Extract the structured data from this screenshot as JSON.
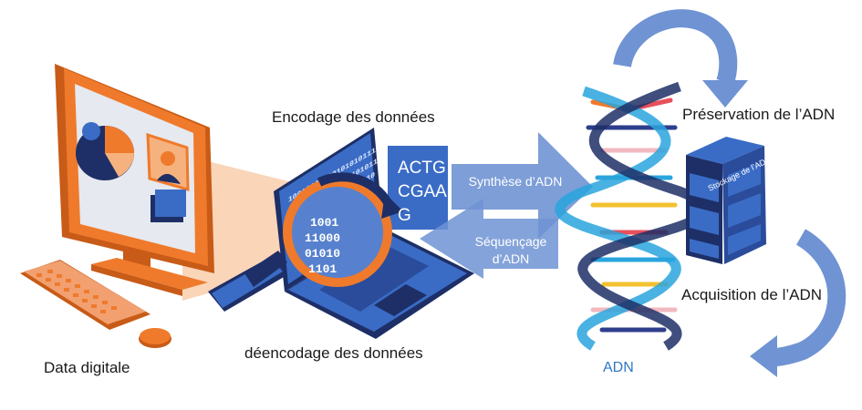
{
  "labels": {
    "encoding": "Encodage des données",
    "decoding": "déencodage des données",
    "digital_data": "Data digitale",
    "synthesis": "Synthèse d’ADN",
    "sequencing_line1": "Séquençage",
    "sequencing_line2": "d’ADN",
    "preservation": "Préservation de l’ADN",
    "acquisition": "Acquisition de l’ADN",
    "dna": "ADN",
    "storage": "Stockage de l’ADN"
  },
  "code_panel": {
    "lines": [
      "ACTG",
      "CGAA",
      "G"
    ]
  },
  "binary_screen": [
    "10010001110101010111",
    "01101000101010101011",
    "1000110101010101010",
    "110101010101101010",
    "10100010101010"
  ],
  "binary_lens": [
    "1001",
    "11000",
    "01010",
    "1101"
  ],
  "colors": {
    "orange": "#ef7a2c",
    "orange_dark": "#c85b17",
    "blue": "#3a6cc6",
    "navy": "#1d2f66",
    "arrow_blue": "#6f93d3",
    "dna_blue": "#2f78c4"
  },
  "icons": [
    "desktop-monitor-icon",
    "keyboard-icon",
    "mouse-icon",
    "usb-drive-icon",
    "laptop-icon",
    "magnifier-icon",
    "dna-helix-icon",
    "server-rack-icon",
    "cycle-arrow-icon"
  ]
}
